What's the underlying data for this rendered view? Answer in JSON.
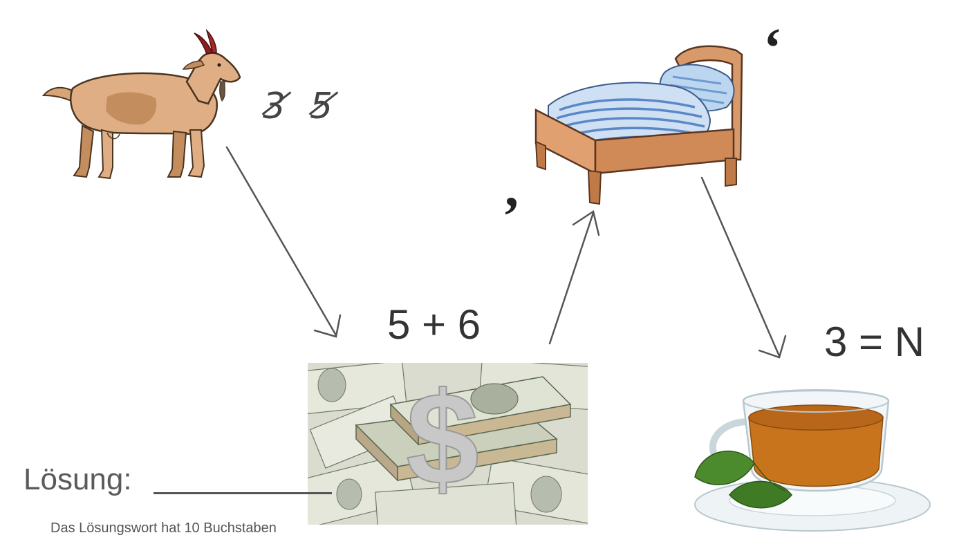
{
  "goat": {
    "icon": "goat-icon",
    "crossed_numbers": [
      "3",
      "5"
    ]
  },
  "bed": {
    "icon": "bed-icon",
    "apostrophe_before": ",",
    "apostrophe_after": "‘"
  },
  "money": {
    "icon": "money-icon",
    "hint": "5 + 6"
  },
  "tea": {
    "icon": "tea-cup-icon",
    "hint": "3 = N"
  },
  "solution": {
    "label": "Lösung:",
    "note": "Das Lösungswort hat  10 Buchstaben"
  },
  "colors": {
    "arrow": "#555555",
    "text": "#333333"
  }
}
